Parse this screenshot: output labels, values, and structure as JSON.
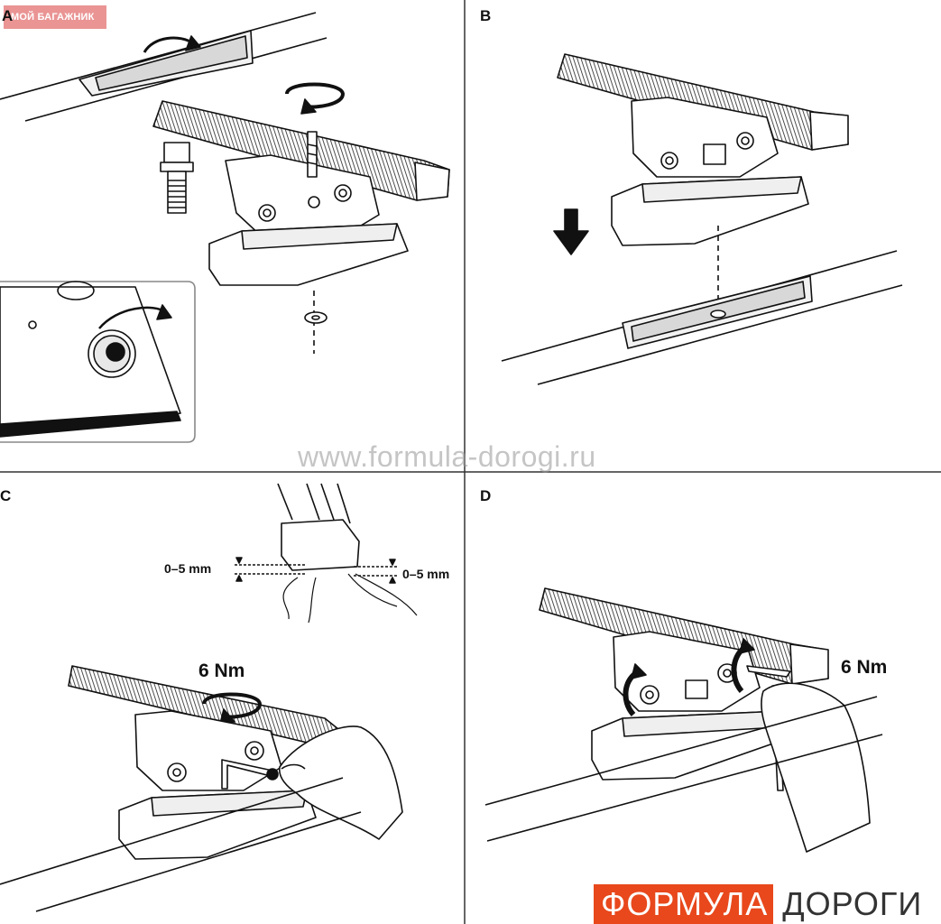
{
  "badge": {
    "text": "МОЙ БАГАЖНИК",
    "color": "#e98f8f"
  },
  "panels": {
    "a": {
      "letter": "A"
    },
    "b": {
      "letter": "B"
    },
    "c": {
      "letter": "C",
      "gap_left": "0–5 mm",
      "gap_right": "0–5 mm",
      "torque": "6 Nm"
    },
    "d": {
      "letter": "D",
      "torque": "6 Nm"
    }
  },
  "watermark": {
    "text": "www.formula-dorogi.ru"
  },
  "logo": {
    "part1": "ФОРМУЛА",
    "part2": "ДОРОГИ",
    "red": "#e8481c"
  }
}
